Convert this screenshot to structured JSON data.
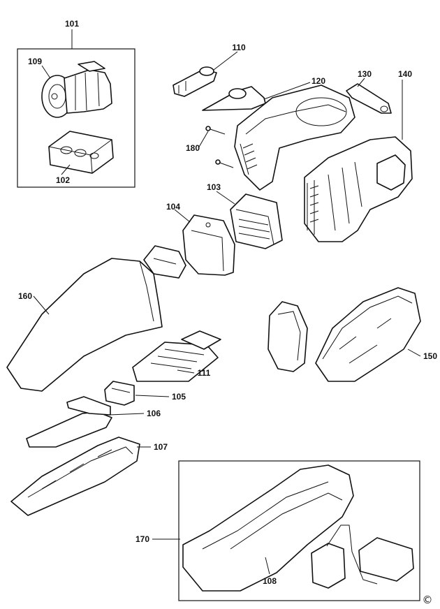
{
  "diagram": {
    "labels": {
      "p101": "101",
      "p102": "102",
      "p103": "103",
      "p104": "104",
      "p105": "105",
      "p106": "106",
      "p107": "107",
      "p108": "108",
      "p109": "109",
      "p110": "110",
      "p111": "111",
      "p120": "120",
      "p130": "130",
      "p140": "140",
      "p150": "150",
      "p160": "160",
      "p170": "170",
      "p180": "180"
    },
    "copyright": "©"
  }
}
